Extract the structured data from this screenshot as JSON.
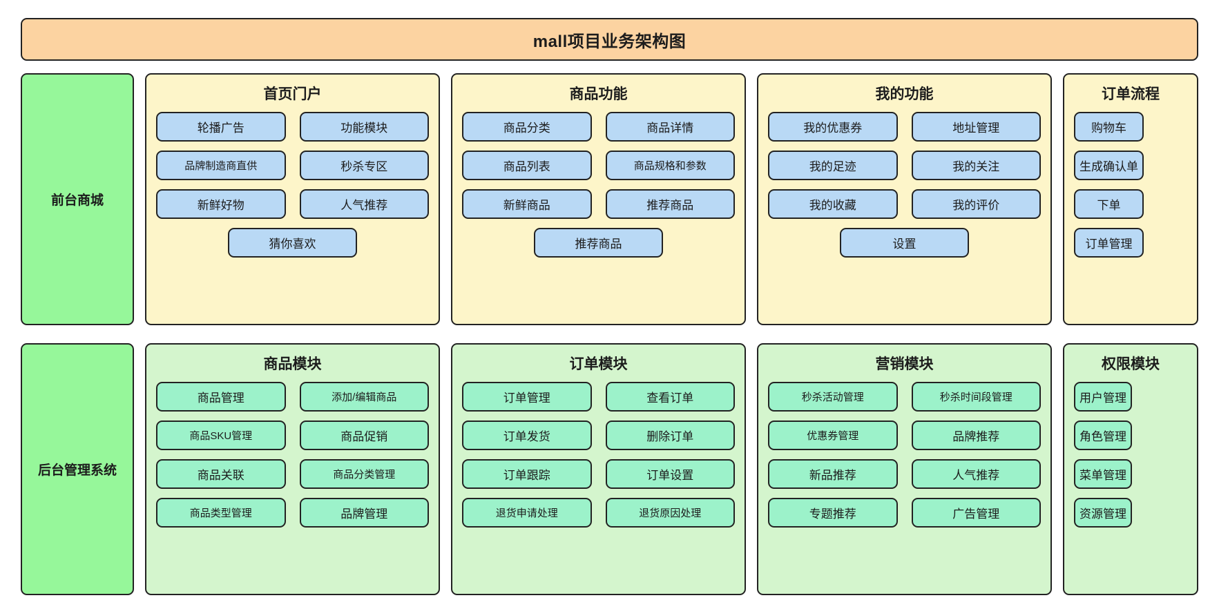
{
  "header": {
    "title": "mall项目业务架构图",
    "bg_color": "#fcd3a1"
  },
  "tiers": [
    {
      "label": "前台商城",
      "bg_color": "#96f79a",
      "panel_bg": "#fdf5c9",
      "item_bg": "#b9d9f5",
      "groups": [
        {
          "title": "首页门户",
          "columns": 2,
          "items": [
            "轮播广告",
            "功能模块",
            "品牌制造商直供",
            "秒杀专区",
            "新鲜好物",
            "人气推荐",
            "猜你喜欢"
          ]
        },
        {
          "title": "商品功能",
          "columns": 2,
          "items": [
            "商品分类",
            "商品详情",
            "商品列表",
            "商品规格和参数",
            "新鲜商品",
            "推荐商品",
            "推荐商品"
          ]
        },
        {
          "title": "我的功能",
          "columns": 2,
          "items": [
            "我的优惠券",
            "地址管理",
            "我的足迹",
            "我的关注",
            "我的收藏",
            "我的评价",
            "设置"
          ]
        },
        {
          "title": "订单流程",
          "columns": 1,
          "items": [
            "购物车",
            "生成确认单",
            "下单",
            "订单管理"
          ]
        }
      ]
    },
    {
      "label": "后台管理系统",
      "bg_color": "#96f79a",
      "panel_bg": "#d4f5cd",
      "item_bg": "#9cf2ca",
      "groups": [
        {
          "title": "商品模块",
          "columns": 2,
          "items": [
            "商品管理",
            "添加/编辑商品",
            "商品SKU管理",
            "商品促销",
            "商品关联",
            "商品分类管理",
            "商品类型管理",
            "品牌管理"
          ]
        },
        {
          "title": "订单模块",
          "columns": 2,
          "items": [
            "订单管理",
            "查看订单",
            "订单发货",
            "删除订单",
            "订单跟踪",
            "订单设置",
            "退货申请处理",
            "退货原因处理"
          ]
        },
        {
          "title": "营销模块",
          "columns": 2,
          "items": [
            "秒杀活动管理",
            "秒杀时间段管理",
            "优惠券管理",
            "品牌推荐",
            "新品推荐",
            "人气推荐",
            "专题推荐",
            "广告管理"
          ]
        },
        {
          "title": "权限模块",
          "columns": 1,
          "items": [
            "用户管理",
            "角色管理",
            "菜单管理",
            "资源管理"
          ]
        }
      ]
    }
  ]
}
